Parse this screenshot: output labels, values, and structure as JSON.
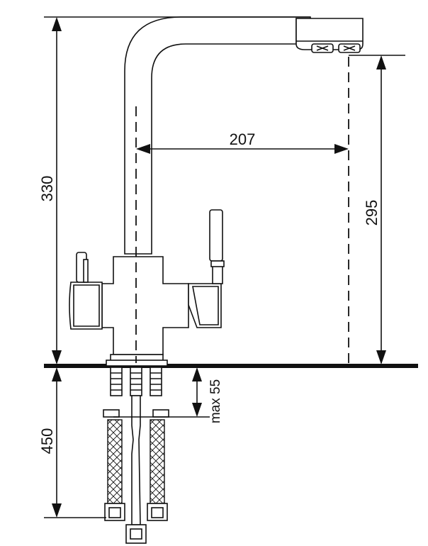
{
  "dimensions": {
    "total_height": "330",
    "spout_reach": "207",
    "spout_height": "295",
    "hose_length": "450",
    "max_countertop": "max 55"
  }
}
